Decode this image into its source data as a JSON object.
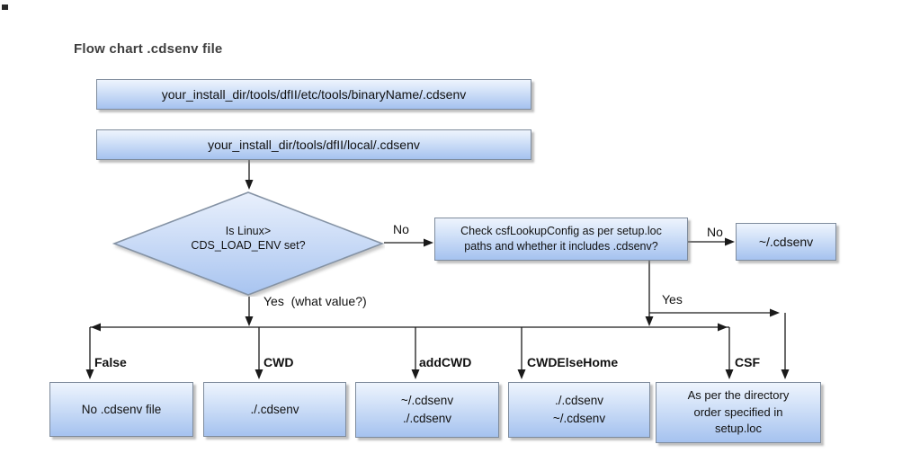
{
  "title": "Flow chart .cdsenv file",
  "colors": {
    "background": "#ffffff",
    "node_fill_top": "#eef4fd",
    "node_fill_bottom": "#a5c2ef",
    "node_border": "#7e8b9c",
    "connector": "#1a1a1a",
    "title_text": "#3e3e3e"
  },
  "flow": {
    "top_boxes": [
      "your_install_dir/tools/dfII/etc/tools/binaryName/.cdsenv",
      "your_install_dir/tools/dfII/local/.cdsenv"
    ],
    "decision": {
      "line1": "Is Linux>",
      "line2": "CDS_LOAD_ENV set?"
    },
    "check_box": {
      "line1": "Check csfLookupConfig as per setup.loc",
      "line2": "paths and whether it includes .cdsenv?"
    },
    "home_box": "~/.cdsenv",
    "edge_labels": {
      "no_decision": "No",
      "no_check": "No",
      "yes_decision": "Yes  (what value?)",
      "yes_check": "Yes"
    },
    "branch_labels": {
      "false": "False",
      "cwd": "CWD",
      "addcwd": "addCWD",
      "cwdelsehome": "CWDElseHome",
      "csf": "CSF"
    },
    "result_boxes": {
      "false": [
        "No .cdsenv file"
      ],
      "cwd": [
        "./.cdsenv"
      ],
      "addcwd": [
        "~/.cdsenv",
        "./.cdsenv"
      ],
      "cwdelsehome": [
        "./.cdsenv",
        "~/.cdsenv"
      ],
      "csf": [
        "As per the directory",
        "order specified in",
        "setup.loc"
      ]
    }
  }
}
